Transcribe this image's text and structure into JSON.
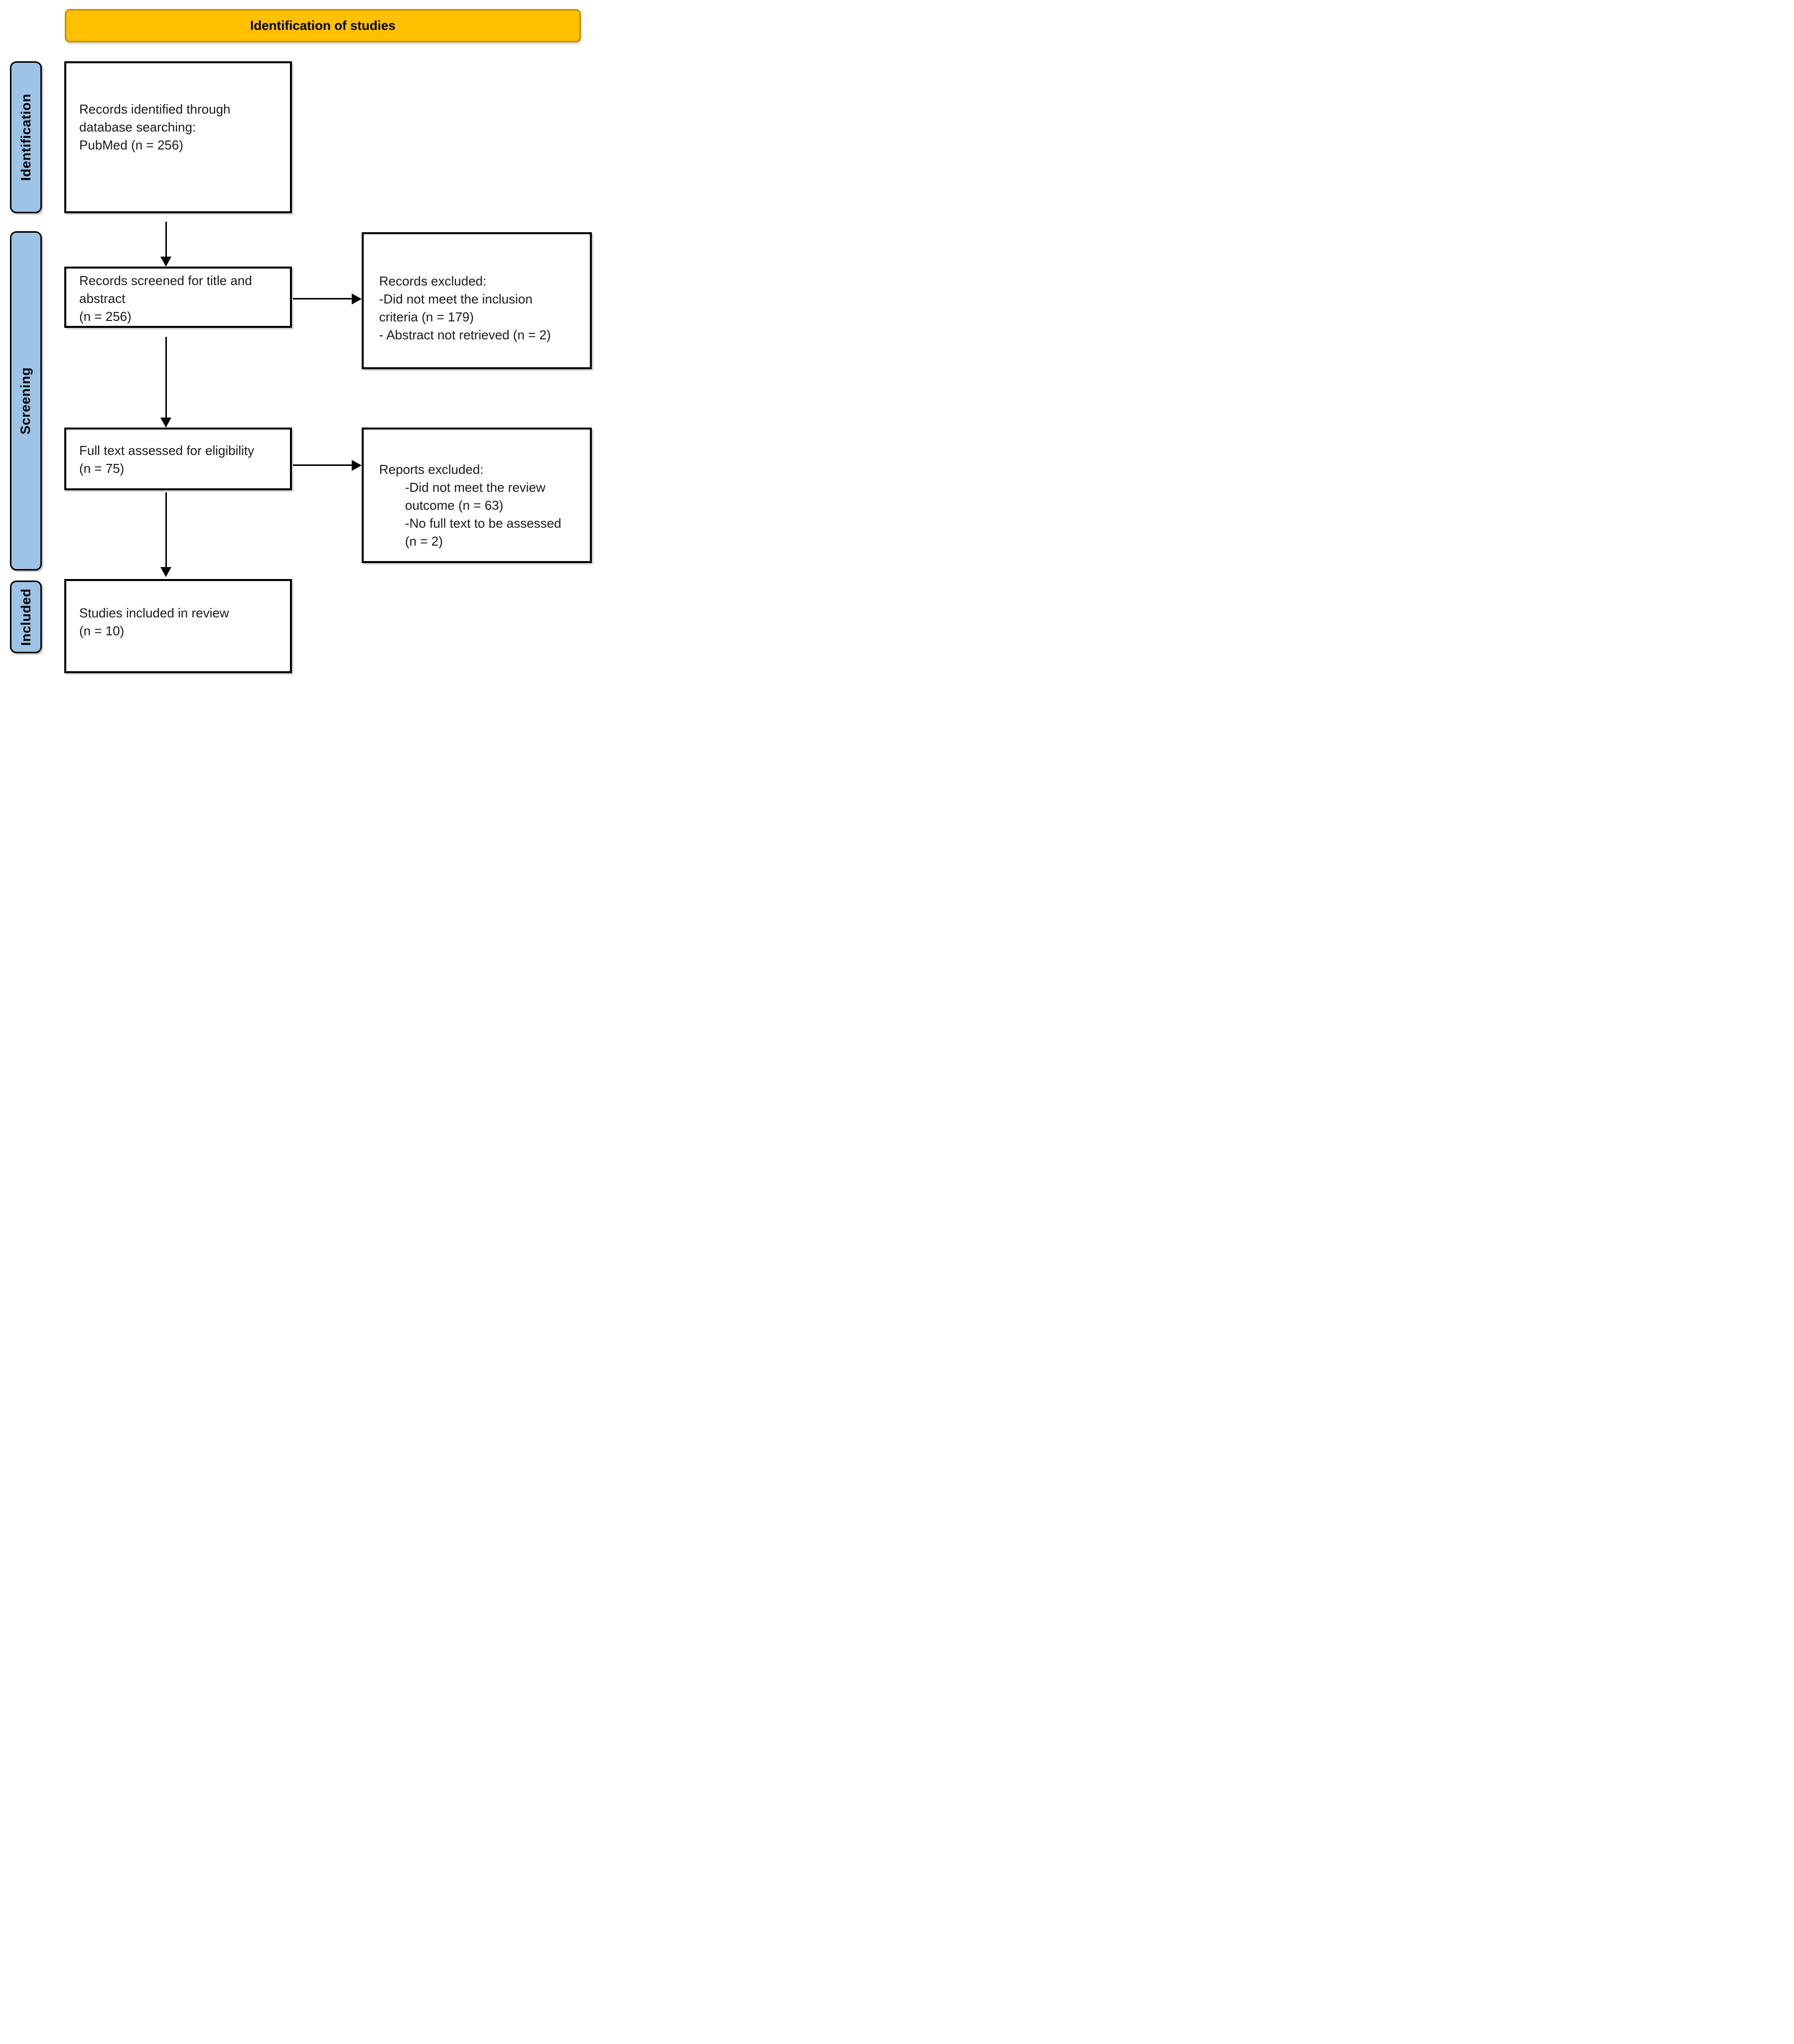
{
  "colors": {
    "banner_fill": "#FFC000",
    "banner_border": "#BF9000",
    "stage_fill": "#9DC3E6",
    "stage_border": "#000000",
    "box_border": "#000000",
    "arrow": "#000000"
  },
  "banner": {
    "title": "Identification of studies"
  },
  "stages": [
    {
      "label": "Identification"
    },
    {
      "label": "Screening"
    },
    {
      "label": "Included"
    }
  ],
  "boxes": {
    "identified": {
      "lines": [
        "Records identified through",
        "database searching:",
        "PubMed (n = 256)"
      ]
    },
    "screened": {
      "lines": [
        "Records screened for title and",
        "abstract",
        "(n = 256)"
      ]
    },
    "fulltext": {
      "lines": [
        "Full text assessed for eligibility",
        "(n = 75)"
      ]
    },
    "included": {
      "lines": [
        "Studies included in review",
        "(n = 10)"
      ]
    },
    "records_excluded": {
      "lines": [
        "Records excluded:",
        "-Did not meet the inclusion",
        "criteria (n = 179)",
        "- Abstract not retrieved (n = 2)"
      ]
    },
    "reports_excluded": {
      "title": "Reports excluded:",
      "lines": [
        "-Did not meet the review",
        "outcome (n = 63)",
        "-No full text to be assessed",
        "(n = 2)"
      ]
    }
  }
}
